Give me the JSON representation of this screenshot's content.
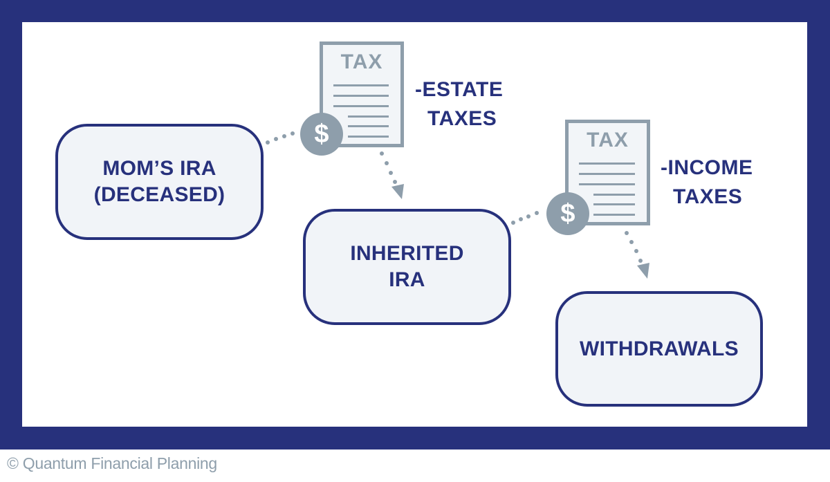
{
  "diagram": {
    "nodes": [
      {
        "id": "moms-ira",
        "lines": [
          "MOM’S IRA",
          "(DECEASED)"
        ]
      },
      {
        "id": "inherited-ira",
        "lines": [
          "INHERITED",
          "IRA"
        ]
      },
      {
        "id": "withdrawals",
        "lines": [
          "WITHDRAWALS"
        ]
      }
    ],
    "tax_documents": [
      {
        "title": "TAX",
        "coin_symbol": "$",
        "label_lines": [
          "-ESTATE",
          "TAXES"
        ]
      },
      {
        "title": "TAX",
        "coin_symbol": "$",
        "label_lines": [
          "-INCOME",
          "TAXES"
        ]
      }
    ],
    "edges": [
      {
        "from": "moms-ira",
        "to": "inherited-ira",
        "via": "estate-tax"
      },
      {
        "from": "inherited-ira",
        "to": "withdrawals",
        "via": "income-tax"
      }
    ],
    "colors": {
      "frame": "#27317c",
      "node_border": "#27317c",
      "node_fill": "#f1f4f8",
      "text": "#27317c",
      "icon_gray": "#8e9eab",
      "doc_fill": "#f2f5f8"
    }
  },
  "footer": {
    "copyright": "© Quantum Financial Planning"
  }
}
